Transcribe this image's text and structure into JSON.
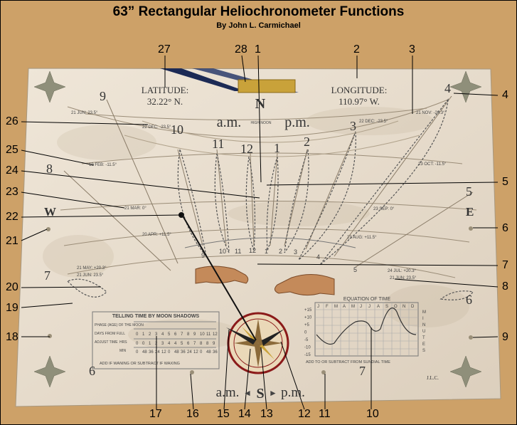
{
  "title": "63” Rectangular Heliochronometer Functions",
  "byline": "By John L. Carmichael",
  "callouts": [
    "1",
    "2",
    "3",
    "4",
    "5",
    "6",
    "7",
    "8",
    "9",
    "10",
    "11",
    "12",
    "13",
    "14",
    "15",
    "16",
    "17",
    "18",
    "19",
    "20",
    "21",
    "22",
    "23",
    "24",
    "25",
    "26",
    "27",
    "28"
  ],
  "dial": {
    "latitude_label": "LATITUDE:",
    "latitude_value": "32.22° N.",
    "longitude_label": "LONGITUDE:",
    "longitude_value": "110.97° W.",
    "north": "N",
    "south": "S",
    "west": "W",
    "east": "E",
    "am": "a.m.",
    "pm": "p.m.",
    "high_noon": "HIGH NOON",
    "top_hours": [
      "9",
      "10",
      "11",
      "12",
      "1",
      "2",
      "3",
      "4"
    ],
    "side_hours_left": [
      "8",
      "7",
      "6"
    ],
    "side_hours_right": [
      "5",
      "6",
      "7"
    ],
    "small_hours": [
      "9",
      "10",
      "11",
      "12",
      "1",
      "2",
      "3",
      "4",
      "5"
    ],
    "date_lines": {
      "jun": "21 JUN: 23.5°",
      "dec": "22 DEC: -23.5°",
      "feb": "19 FEB: -11.5°",
      "oct": "23 OCT: -11.5°",
      "nov": "21 NOV: -20.3°",
      "mar": "21 MAR: 0°",
      "sep": "23 SEP: 0°",
      "apr": "20 APR: +11.5°",
      "aug": "23 AUG: +11.5°",
      "may": "21 MAY: +20.3°",
      "jun2": "21 JUN: 23.5°",
      "jul": "24 JUL: +20.3°",
      "jun3": "21 JUN: 23.5°"
    },
    "moon_table": {
      "title": "TELLING TIME BY MOON SHADOWS",
      "row1_label": "PHASE (AGE) OF THE MOON",
      "row2_label": "DAYS FROM FULL",
      "row3_label": "ADJUST TIME",
      "hrs": "HRS",
      "min": "MIN",
      "days": [
        "0",
        "1",
        "2",
        "3",
        "4",
        "5",
        "6",
        "7",
        "8",
        "9",
        "10",
        "11",
        "12"
      ],
      "hrs_row": [
        "0",
        "0",
        "1",
        "2",
        "3",
        "4",
        "4",
        "5",
        "6",
        "7",
        "8",
        "8",
        "9"
      ],
      "min_row": [
        "0",
        "48",
        "36",
        "24",
        "12",
        "0",
        "48",
        "36",
        "24",
        "12",
        "0",
        "48",
        "36"
      ],
      "footer": "ADD IF WANING OR SUBTRACT IF WAXING"
    },
    "eot": {
      "title": "EQUATION OF TIME",
      "months": [
        "J",
        "F",
        "M",
        "A",
        "M",
        "J",
        "J",
        "A",
        "S",
        "O",
        "N",
        "D"
      ],
      "y_ticks": [
        "+15",
        "+10",
        "+5",
        "0",
        "-5",
        "-10",
        "-15"
      ],
      "side_label": [
        "M",
        "I",
        "N",
        "U",
        "T",
        "E",
        "S"
      ],
      "footer": "ADD TO OR SUBTRACT FROM SUNDIAL TIME"
    },
    "signature": "J.L.C."
  }
}
